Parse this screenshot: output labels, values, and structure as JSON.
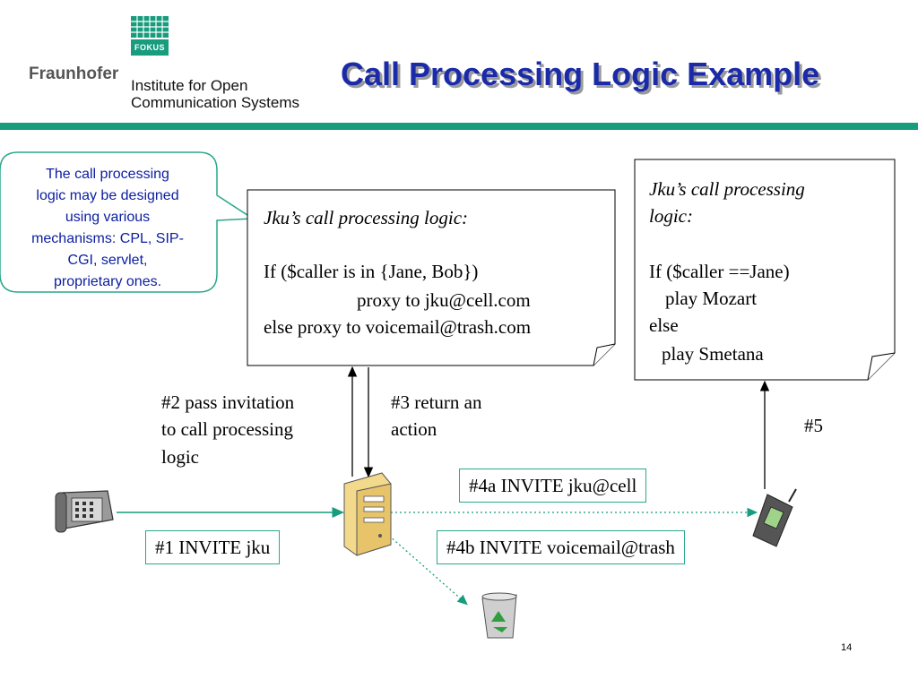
{
  "header": {
    "logo_label": "FOKUS",
    "org_name": "Fraunhofer",
    "institute_line1": "Institute for Open",
    "institute_line2": "Communication Systems",
    "title": "Call Processing Logic Example"
  },
  "callout": {
    "lines": [
      "The call processing",
      "logic may be designed",
      "using various",
      "mechanisms: CPL, SIP-",
      "CGI, servlet,",
      "proprietary ones."
    ]
  },
  "logic_box_left": {
    "heading": "Jku’s call processing logic:",
    "line1": "If ($caller is in {Jane, Bob})",
    "line2": "proxy to jku@cell.com",
    "line3": "else proxy to voicemail@trash.com"
  },
  "logic_box_right": {
    "heading_line1": "Jku’s call processing",
    "heading_line2": "logic:",
    "line1": "If ($caller ==Jane)",
    "line2": "play Mozart",
    "line3": "else",
    "line4": "play Smetana"
  },
  "steps": {
    "step2_line1": "#2 pass invitation",
    "step2_line2": "to call processing",
    "step2_line3": "logic",
    "step3_line1": "#3 return an",
    "step3_line2": "action",
    "step5": "#5",
    "step4a": "#4a INVITE jku@cell",
    "step1": "#1 INVITE jku",
    "step4b": "#4b INVITE voicemail@trash"
  },
  "icons": {
    "desk_phone": "desk-phone-icon",
    "server": "server-icon",
    "mobile_phone": "mobile-phone-icon",
    "recycle_bin": "recycle-bin-icon"
  },
  "colors": {
    "brand_green": "#179c7d",
    "title_blue": "#1a2aa8",
    "callout_text": "#0b1da0",
    "box_border": "#2aa88a"
  },
  "page_number": "14"
}
